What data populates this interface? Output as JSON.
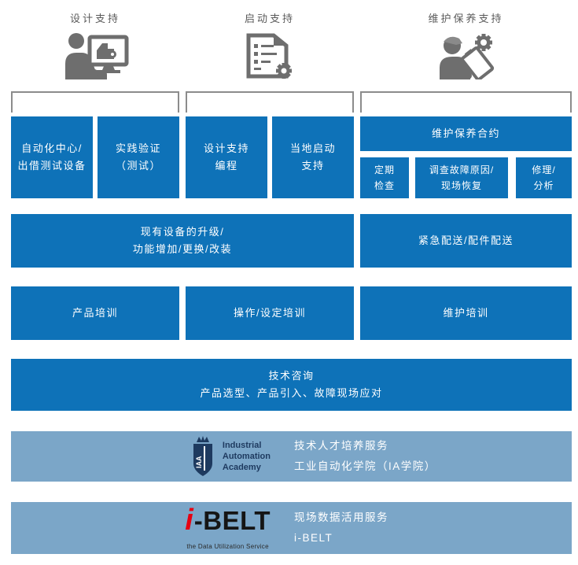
{
  "colors": {
    "box_blue": "#0e72b8",
    "banner_light_blue": "#7ba6c8",
    "header_text_gray": "#5a5a5a",
    "icon_gray": "#6e6e6e",
    "bracket_gray": "#8c8c8c",
    "academy_navy": "#1e3a5f",
    "ibelt_red": "#e60012",
    "ibelt_black": "#151515",
    "box_text": "#ffffff"
  },
  "columns": [
    {
      "header": "设计支持"
    },
    {
      "header": "启动支持"
    },
    {
      "header": "维护保养支持"
    }
  ],
  "grid": {
    "row1": {
      "design_boxes": [
        {
          "line1": "自动化中心/",
          "line2": "出借测试设备"
        },
        {
          "line1": "实践验证",
          "line2": "（测试）"
        }
      ],
      "startup_boxes": [
        {
          "line1": "设计支持",
          "line2": "编程"
        },
        {
          "line1": "当地启动",
          "line2": "支持"
        }
      ],
      "maintenance": {
        "contract": "维护保养合约",
        "subs": [
          {
            "line1": "定期",
            "line2": "检查"
          },
          {
            "line1": "调查故障原因/",
            "line2": "现场恢复"
          },
          {
            "line1": "修理/",
            "line2": "分析"
          }
        ]
      }
    },
    "row2": {
      "upgrade": {
        "line1": "现有设备的升级/",
        "line2": "功能增加/更换/改装"
      },
      "delivery": "紧急配送/配件配送"
    },
    "row3": {
      "product_training": "产品培训",
      "operation_training": "操作/设定培训",
      "maintenance_training": "维护培训"
    },
    "row4": {
      "line1": "技术咨询",
      "line2": "产品选型、产品引入、故障现场应对"
    }
  },
  "academy": {
    "logo_monogram": "IAA",
    "logo_line1": "Industrial",
    "logo_line2": "Automation",
    "logo_line3": "Academy",
    "line1": "技术人才培养服务",
    "line2": "工业自动化学院（IA学院）"
  },
  "ibelt": {
    "logo_i": "i",
    "logo_rest": "-BELT",
    "tagline": "the Data Utilization Service",
    "line1": "现场数据活用服务",
    "line2": "i-BELT"
  }
}
